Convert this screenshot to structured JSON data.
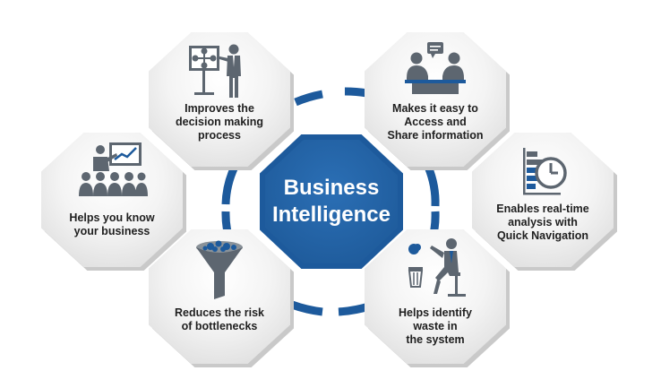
{
  "center": {
    "line1": "Business",
    "line2": "Intelligence"
  },
  "nodes": [
    {
      "id": "decision",
      "label": "Improves the\ndecision making\nprocess",
      "icon": "presentation-board-icon"
    },
    {
      "id": "access",
      "label": "Makes it easy to\nAccess and\nShare information",
      "icon": "meeting-chat-icon"
    },
    {
      "id": "know",
      "label": "Helps you know\nyour business",
      "icon": "audience-chart-icon"
    },
    {
      "id": "realtime",
      "label": "Enables real-time\nanalysis with\nQuick Navigation",
      "icon": "clock-bar-chart-icon"
    },
    {
      "id": "bottleneck",
      "label": "Reduces the risk\nof bottlenecks",
      "icon": "funnel-icon"
    },
    {
      "id": "waste",
      "label": "Helps identify\nwaste in\nthe system",
      "icon": "person-trash-icon"
    }
  ],
  "colors": {
    "accent": "#1d5a9c",
    "icon": "#5d6670",
    "text": "#1f1f1f"
  }
}
